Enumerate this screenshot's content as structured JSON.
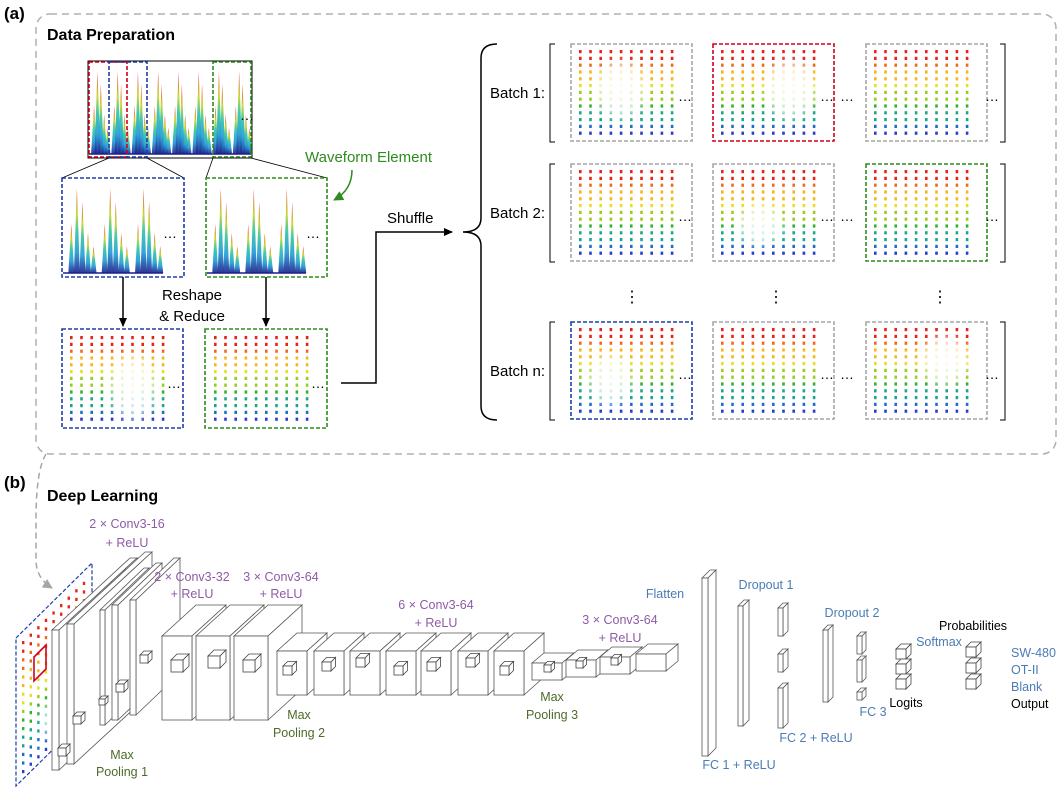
{
  "panel_a": {
    "tag": "(a)",
    "title": "Data Preparation",
    "waveform_label": "Waveform Element",
    "reshape_line1": "Reshape",
    "reshape_line2": "& Reduce",
    "shuffle": "Shuffle",
    "ellipsis": "…",
    "vdots": "⋮",
    "batches": [
      {
        "label": "Batch 1:",
        "frames": [
          "gray",
          "red",
          "gray"
        ]
      },
      {
        "label": "Batch 2:",
        "frames": [
          "gray",
          "gray",
          "green"
        ]
      },
      {
        "label": "Batch n:",
        "frames": [
          "blue",
          "gray",
          "gray"
        ]
      }
    ]
  },
  "panel_b": {
    "tag": "(b)",
    "title": "Deep Learning",
    "conv1_line1": "2 × Conv3-16",
    "conv1_line2": "+ ReLU",
    "conv2_line1": "2 × Conv3-32",
    "conv2_line2": "+ ReLU",
    "conv3_line1": "3 × Conv3-64",
    "conv3_line2": "+ ReLU",
    "conv4_line1": "6 × Conv3-64",
    "conv4_line2": "+ ReLU",
    "conv5_line1": "3 × Conv3-64",
    "conv5_line2": "+ ReLU",
    "pool1_line1": "Max",
    "pool1_line2": "Pooling 1",
    "pool2_line1": "Max",
    "pool2_line2": "Pooling 2",
    "pool3_line1": "Max",
    "pool3_line2": "Pooling 3",
    "flatten": "Flatten",
    "fc1": "FC 1 + ReLU",
    "dropout1": "Dropout 1",
    "fc2": "FC 2 + ReLU",
    "dropout2": "Dropout 2",
    "fc3": "FC 3",
    "logits": "Logits",
    "softmax": "Softmax",
    "probabilities": "Probabilities",
    "classes": [
      "SW-480",
      "OT-II",
      "Blank"
    ],
    "output": "Output"
  },
  "colors": {
    "red": "#d0021b",
    "blue": "#1f3ea8",
    "green": "#2e8b1f",
    "gray": "#a6a6a6",
    "purple": "#8e5ba6",
    "steel": "#4a7cb5",
    "olive": "#4d6b2a",
    "rows": [
      "#e8241a",
      "#ef6a1c",
      "#f5b81c",
      "#e7e01c",
      "#9acd1c",
      "#2fb52c",
      "#1aa88a",
      "#1f6fc8",
      "#2a3fd0"
    ]
  }
}
